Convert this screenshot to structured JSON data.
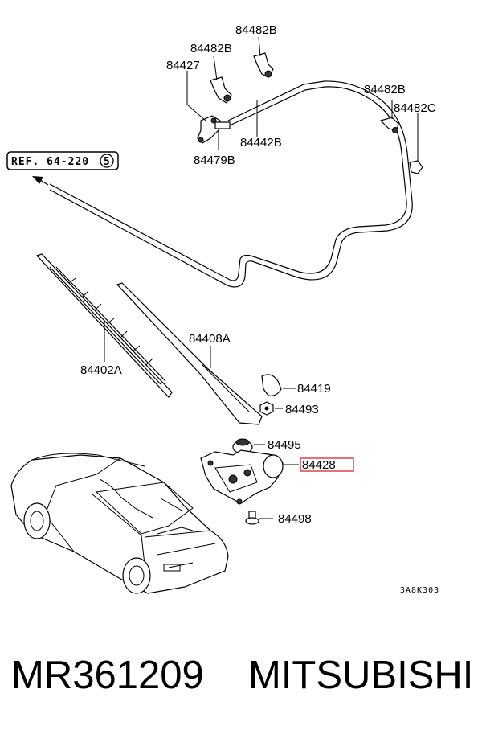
{
  "diagram": {
    "reference": {
      "text": "REF. 64-220",
      "circled_number": "5"
    },
    "labels": {
      "p84482B_top": "84482B",
      "p84482B_left": "84482B",
      "p84427": "84427",
      "p84442B": "84442B",
      "p84479B": "84479B",
      "p84482B_right": "84482B",
      "p84482C": "84482C",
      "p84408A": "84408A",
      "p84402A": "84402A",
      "p84419": "84419",
      "p84493": "84493",
      "p84495": "84495",
      "p84428": "84428",
      "p84498": "84498"
    },
    "highlighted_part": "84428",
    "highlight_color": "#e0404a",
    "drawing_code": "3A8K303"
  },
  "caption": {
    "part_number": "MR361209",
    "brand": "MITSUBISHI"
  }
}
